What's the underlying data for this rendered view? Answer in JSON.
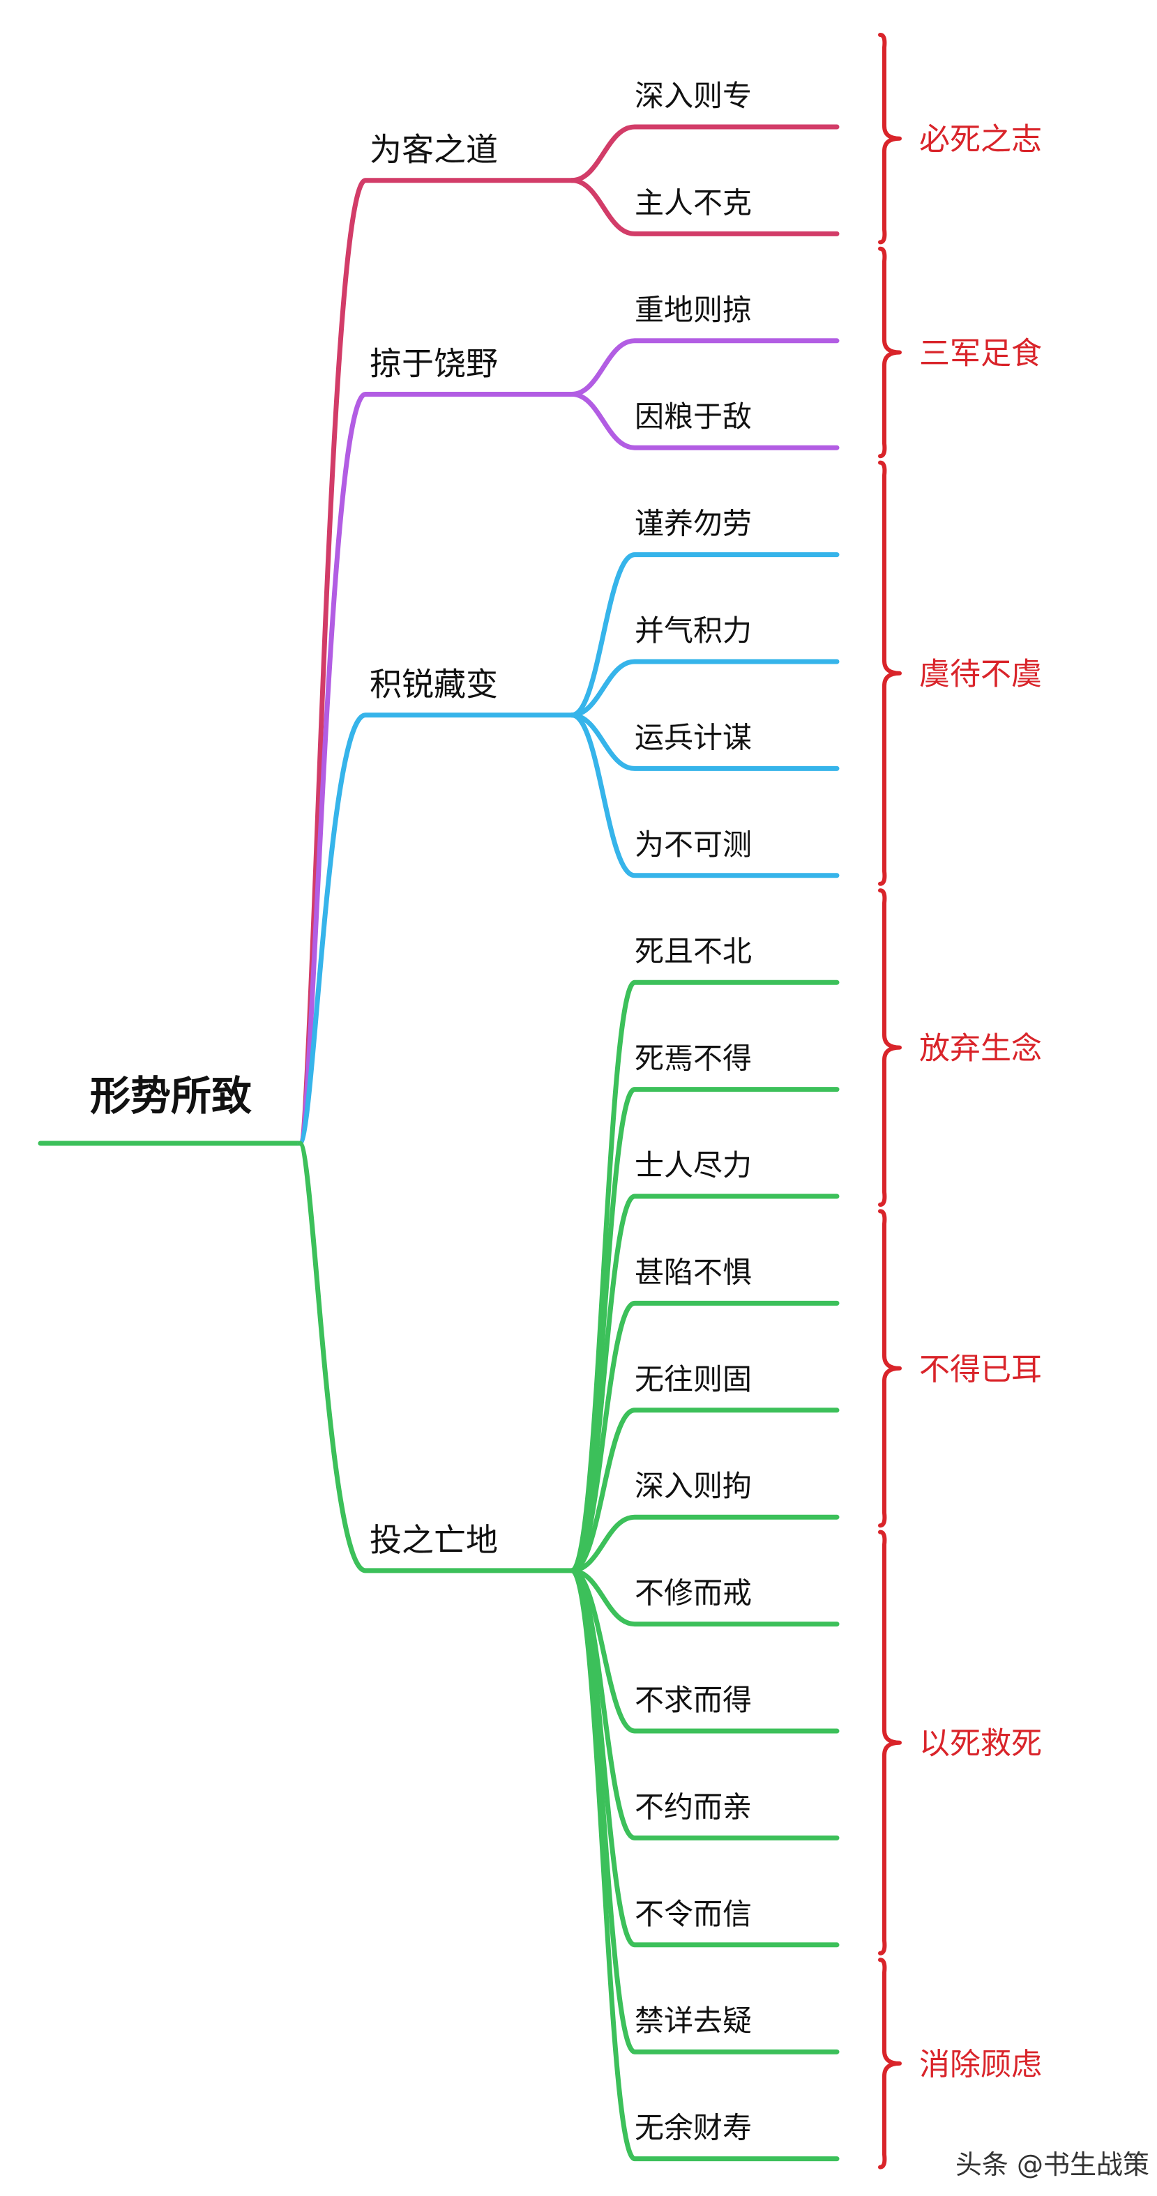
{
  "root": {
    "label": "形势所致",
    "color": "#3cc05a"
  },
  "branches": [
    {
      "label": "为客之道",
      "color": "#d23c68",
      "children": [
        "深入则专",
        "主人不克"
      ]
    },
    {
      "label": "掠于饶野",
      "color": "#b25de3",
      "children": [
        "重地则掠",
        "因粮于敌"
      ]
    },
    {
      "label": "积锐藏变",
      "color": "#36b4ea",
      "children": [
        "谨养勿劳",
        "并气积力",
        "运兵计谋",
        "为不可测"
      ]
    },
    {
      "label": "投之亡地",
      "color": "#3cc05a",
      "children": [
        "死且不北",
        "死焉不得",
        "士人尽力",
        "甚陷不惧",
        "无往则固",
        "深入则拘",
        "不修而戒",
        "不求而得",
        "不约而亲",
        "不令而信",
        "禁详去疑",
        "无余财寿"
      ]
    }
  ],
  "summaries": [
    {
      "label": "必死之志",
      "span": [
        0,
        1
      ]
    },
    {
      "label": "三军足食",
      "span": [
        2,
        3
      ]
    },
    {
      "label": "虞待不虞",
      "span": [
        4,
        7
      ]
    },
    {
      "label": "放弃生念",
      "span": [
        8,
        10
      ]
    },
    {
      "label": "不得已耳",
      "span": [
        11,
        13
      ]
    },
    {
      "label": "以死救死",
      "span": [
        14,
        17
      ]
    },
    {
      "label": "消除顾虑",
      "span": [
        18,
        19
      ]
    }
  ],
  "summary_color": "#d9242a",
  "watermark": "头条 @书生战策"
}
